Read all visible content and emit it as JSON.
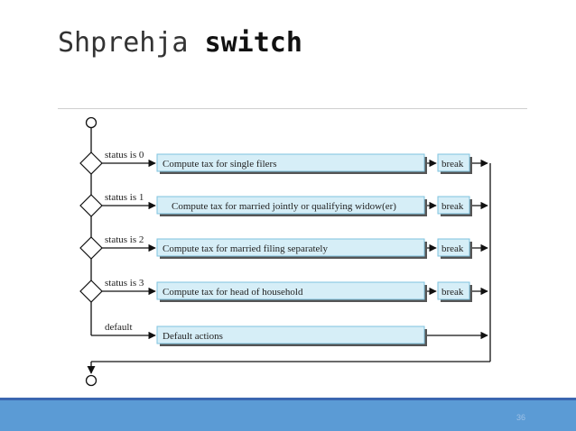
{
  "slide": {
    "title_prefix": "Shprehja",
    "title_keyword": "switch",
    "page_number": "36"
  },
  "diagram": {
    "cases": [
      {
        "condition": "status is 0",
        "action": "Compute tax for single filers",
        "exit": "break"
      },
      {
        "condition": "status is 1",
        "action": "Compute tax for married jointly or qualifying widow(er)",
        "exit": "break"
      },
      {
        "condition": "status is 2",
        "action": "Compute tax for married filing separately",
        "exit": "break"
      },
      {
        "condition": "status is 3",
        "action": "Compute tax for head of household",
        "exit": "break"
      }
    ],
    "default_label": "default",
    "default_action": "Default actions",
    "colors": {
      "box_fill": "#d6eef7",
      "box_border": "#7fc3df",
      "box_shadow": "#555555",
      "line": "#111111"
    }
  }
}
